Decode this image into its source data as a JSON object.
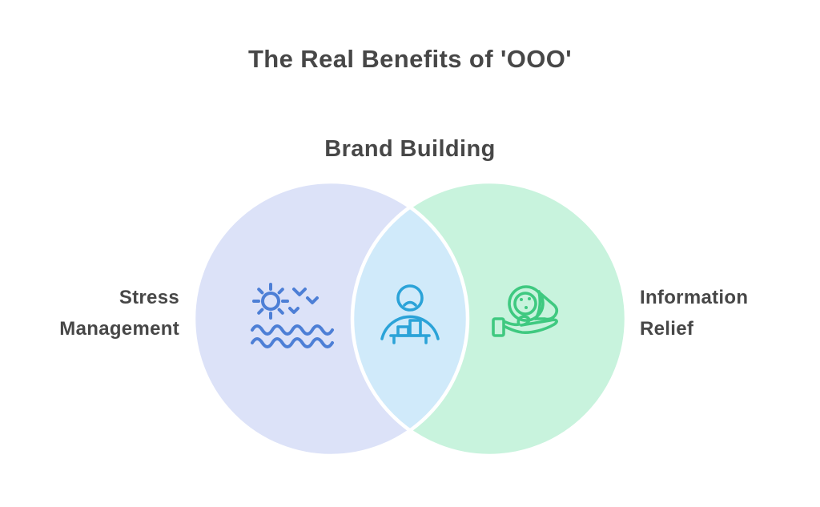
{
  "title": "The Real Benefits of 'OOO'",
  "overlap": {
    "label": "Brand Building",
    "icon": "sad-person-desk-icon"
  },
  "left": {
    "label_line1": "Stress",
    "label_line2": "Management",
    "icon": "sun-birds-waves-icon"
  },
  "right": {
    "label_line1": "Information",
    "label_line2": "Relief",
    "icon": "hand-holding-baby-icon"
  },
  "colors": {
    "background": "#ffffff",
    "text": "#474747",
    "left_circle_fill": "#dce2f8",
    "right_circle_fill": "#c8f3dd",
    "overlap_fill": "#d0eafa",
    "circle_outline": "#ffffff",
    "left_icon_stroke": "#4d7fd6",
    "center_icon_stroke": "#2ba3d8",
    "right_icon_stroke": "#3fc980"
  }
}
